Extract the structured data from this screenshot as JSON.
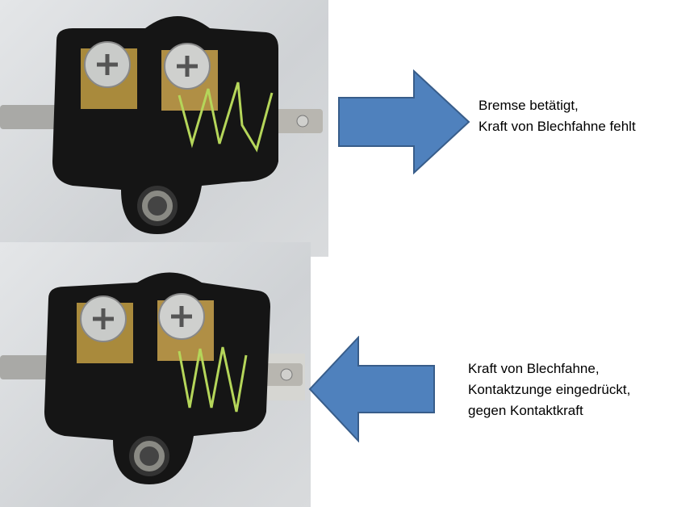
{
  "top_panel": {
    "caption_lines": [
      "Bremse betätigt,",
      "Kraft von Blechfahne fehlt"
    ],
    "arrow_direction": "right"
  },
  "bottom_panel": {
    "caption_lines": [
      "Kraft von Blechfahne,",
      "Kontaktzunge eingedrückt,",
      "gegen Kontaktkraft"
    ],
    "arrow_direction": "left"
  },
  "colors": {
    "arrow_fill": "#4f81bd",
    "arrow_stroke": "#385d8a",
    "spring": "#b5d65a"
  }
}
